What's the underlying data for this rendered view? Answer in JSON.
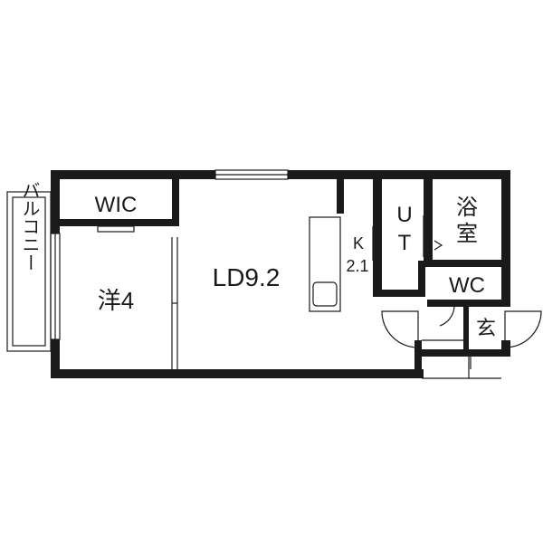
{
  "rooms": {
    "wic": "WIC",
    "western_room": "洋4",
    "living_dining": "LD9.2",
    "kitchen_letter": "K",
    "kitchen_size": "2.1",
    "utility_u": "U",
    "utility_t": "T",
    "bath_line1": "浴",
    "bath_line2": "室",
    "toilet": "WC",
    "entrance": "玄",
    "balcony": "バルコニー"
  },
  "colors": {
    "wall": "#1a1a1a",
    "line": "#1a1a1a",
    "background": "#ffffff"
  }
}
